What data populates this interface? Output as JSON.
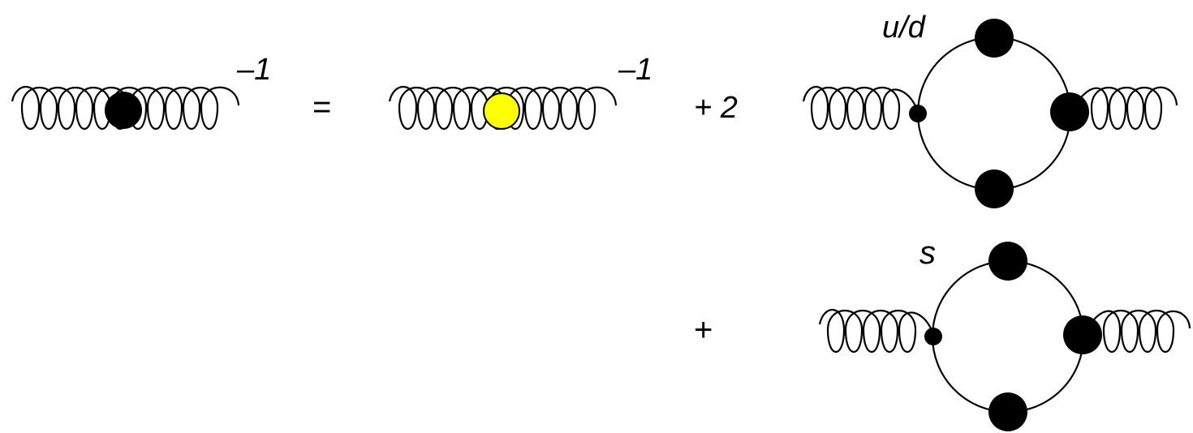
{
  "equation": {
    "inverse_exponent_lhs": "–1",
    "equals": "=",
    "inverse_exponent_rhs": "–1",
    "plus_term1": "+ 2",
    "plus_term2": "+"
  },
  "loop_labels": {
    "light_quark": "u/d",
    "strange_quark": "s"
  },
  "colors": {
    "line": "#000000",
    "full_vertex": "#000000",
    "bare_vertex": "#ffff00",
    "background": "#ffffff"
  }
}
